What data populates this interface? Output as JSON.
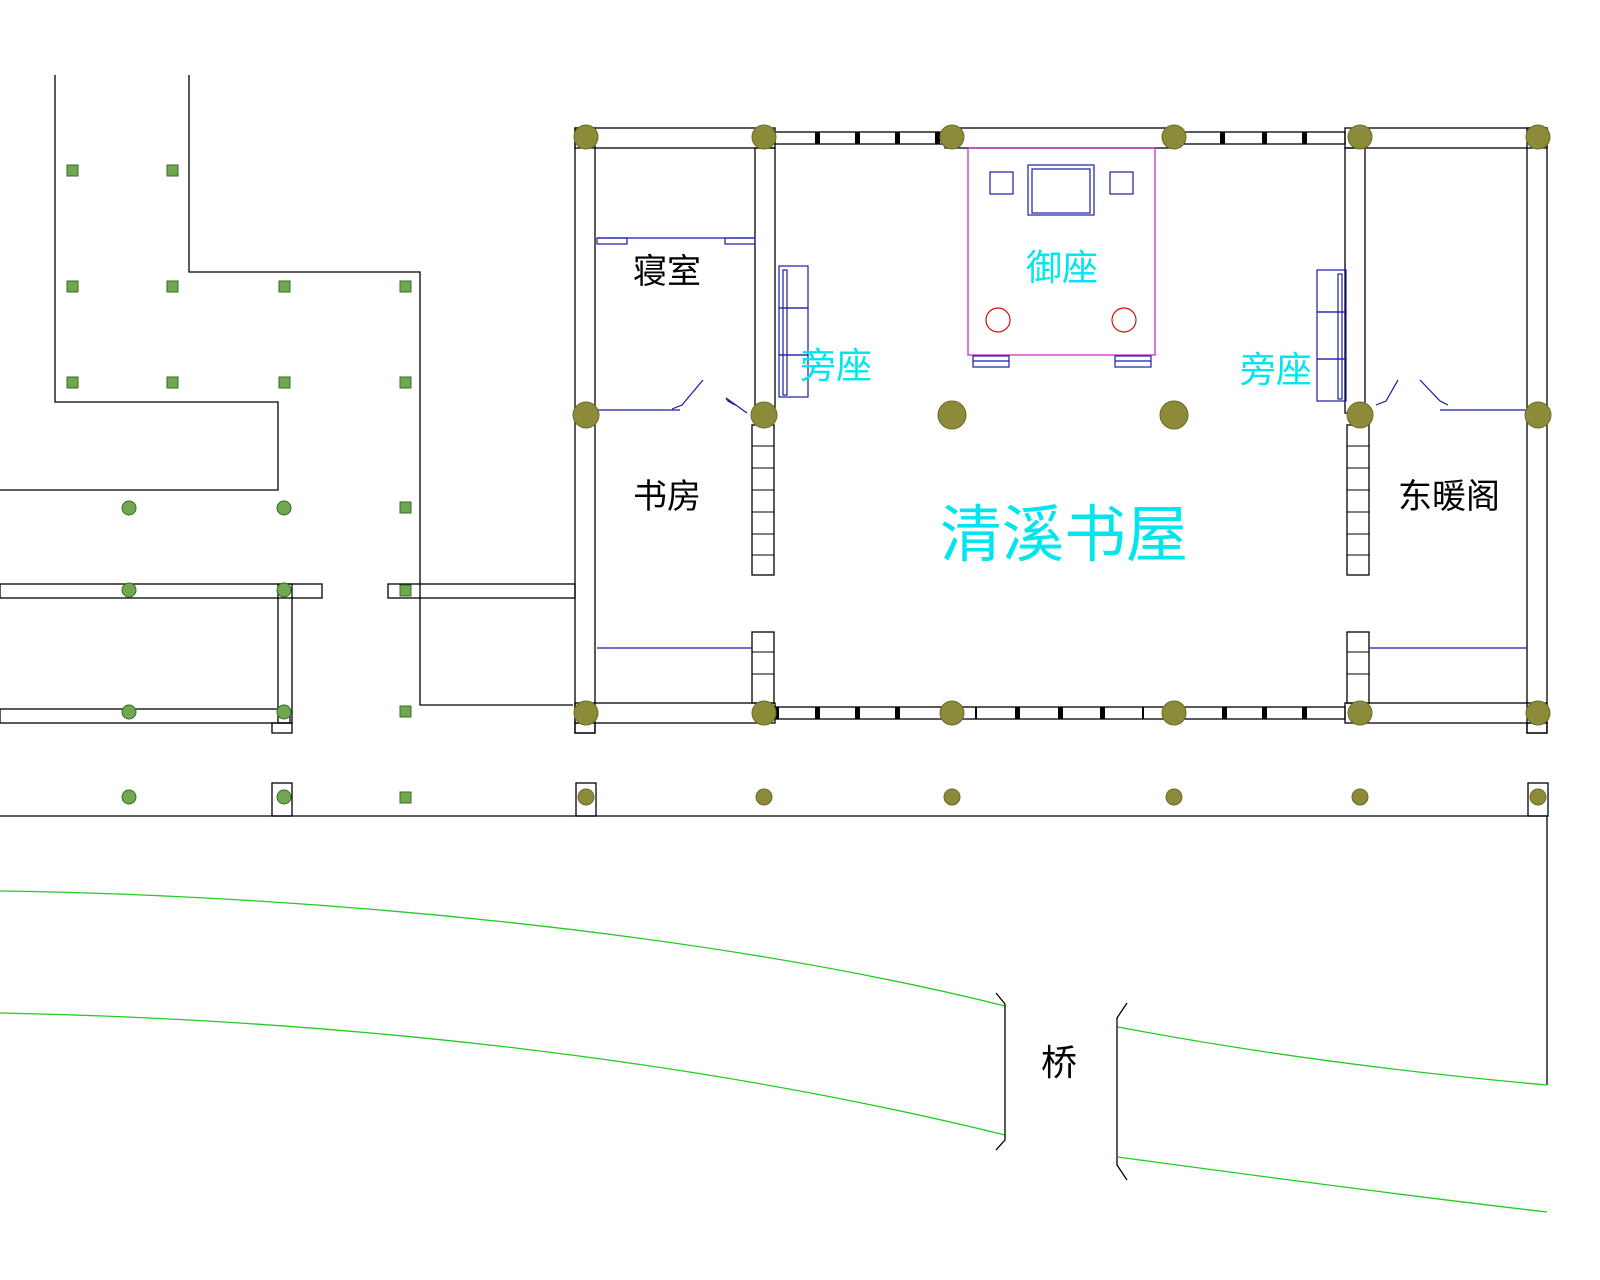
{
  "colors": {
    "wall": "#000000",
    "column_round": "#8b8b3a",
    "column_square": "#6fa84f",
    "furniture": "#1a1aa8",
    "throne_area": "#c020c0",
    "stool": "#d01010",
    "water": "#22cc22",
    "label_cyan": "#00e5ee",
    "label_black": "#000000"
  },
  "labels": {
    "main_hall": "清溪书屋",
    "bedroom": "寝室",
    "study": "书房",
    "east_warm_pavilion": "东暖阁",
    "throne": "御座",
    "side_seat_left": "旁座",
    "side_seat_right": "旁座",
    "bridge": "桥"
  }
}
